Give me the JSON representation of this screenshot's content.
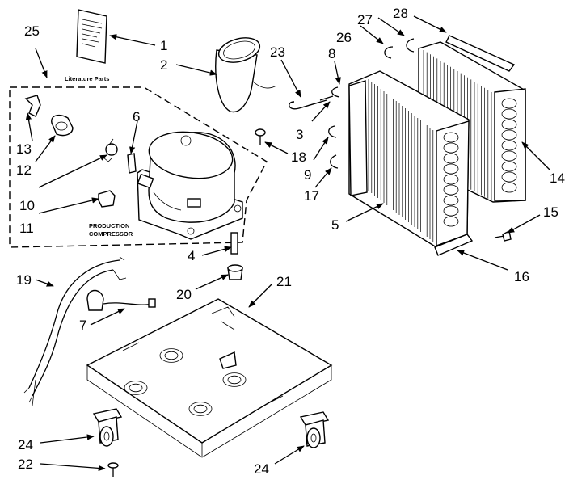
{
  "labels": {
    "n1": "1",
    "n2": "2",
    "n3": "3",
    "n4": "4",
    "n5": "5",
    "n6": "6",
    "n7": "7",
    "n8": "8",
    "n9": "9",
    "n10": "10",
    "n11": "11",
    "n12": "12",
    "n13": "13",
    "n14": "14",
    "n15": "15",
    "n16": "16",
    "n17": "17",
    "n18": "18",
    "n19": "19",
    "n20": "20",
    "n21": "21",
    "n22": "22",
    "n23": "23",
    "n24a": "24",
    "n24b": "24",
    "n25": "25",
    "n26": "26",
    "n27": "27",
    "n28": "28"
  },
  "literature_parts": "Literature Parts",
  "production_line1": "PRODUCTION",
  "production_line2": "COMPRESSOR"
}
